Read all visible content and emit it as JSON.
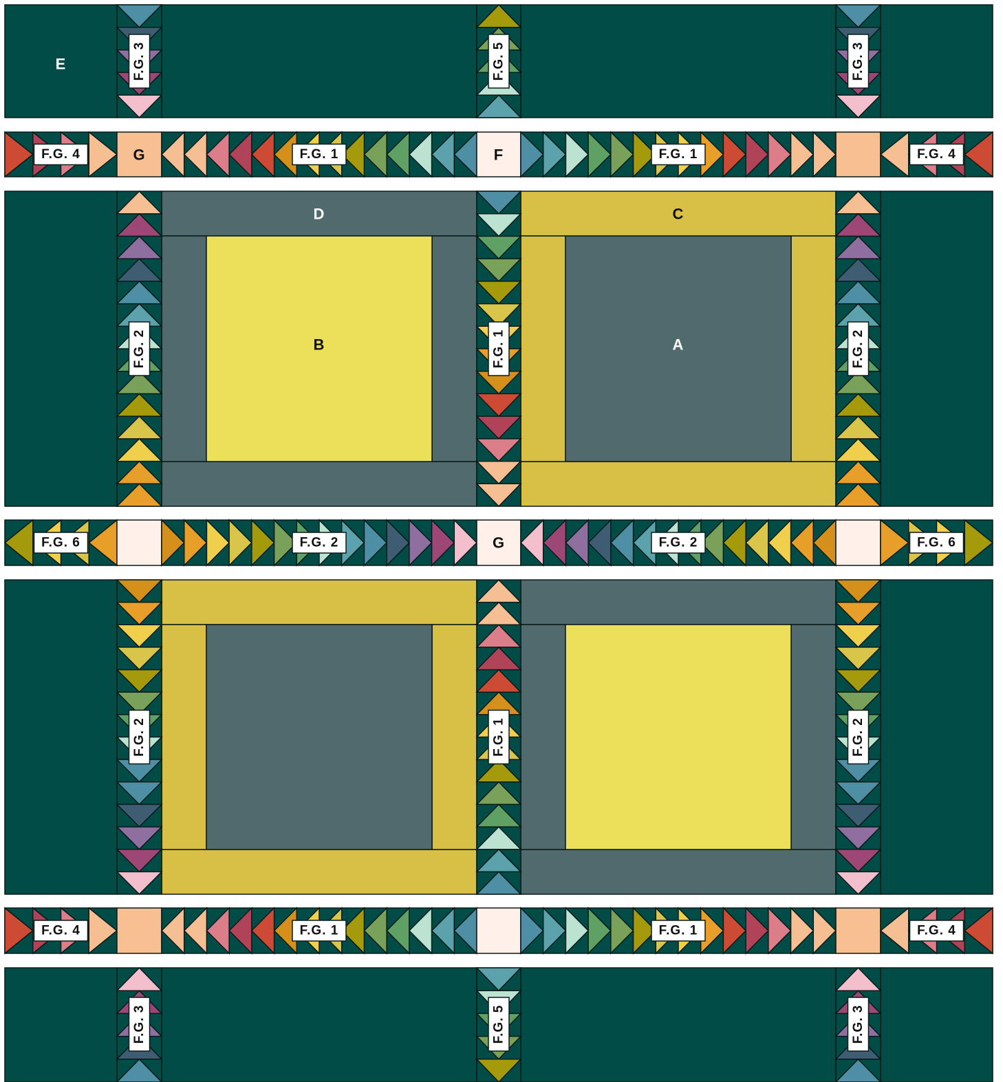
{
  "diagram": {
    "labels": {
      "A": "A",
      "B": "B",
      "C": "C",
      "D": "D",
      "E": "E",
      "F": "F",
      "G": "G"
    },
    "flying_geese_labels": {
      "fg1": "F.G. 1",
      "fg2": "F.G. 2",
      "fg3": "F.G. 3",
      "fg4": "F.G. 4",
      "fg5": "F.G. 5",
      "fg6": "F.G. 6"
    },
    "colors": {
      "background_dark_teal": "#024C47",
      "slate_gray": "#516A6D",
      "bright_yellow": "#ECDF5A",
      "mustard": "#D8C046",
      "peach": "#F8BF92",
      "cream": "#FFF1EA",
      "geese_palette": [
        "#4E8FA6",
        "#5BA2AC",
        "#BCE3D2",
        "#5FA064",
        "#7AA15A",
        "#A59A0C",
        "#D9C54A",
        "#EFCF4C",
        "#E79F2A",
        "#D5901B",
        "#CD4B34",
        "#B04358",
        "#DC7E8A",
        "#F6BE93",
        "#F3BFCC",
        "#9C4775",
        "#8F6F9F",
        "#3F5D72"
      ]
    }
  }
}
